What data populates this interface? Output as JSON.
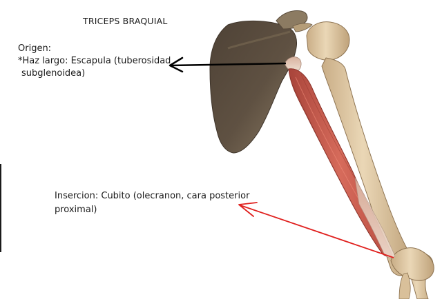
{
  "title": "TRICEPS BRAQUIAL",
  "origin": {
    "heading": "Origen:",
    "line1": "*Haz largo: Escapula (tuberosidad",
    "line2": "subglenoidea)"
  },
  "insertion": {
    "line1": "Insercion: Cubito (olecranon, cara posterior",
    "line2": "proximal)"
  },
  "colors": {
    "bone_scapula": "#5e5040",
    "bone_humerus": "#dfc8a4",
    "muscle": "#c8584a",
    "origin_arrow": "#000000",
    "insertion_arrow": "#e0201e"
  }
}
